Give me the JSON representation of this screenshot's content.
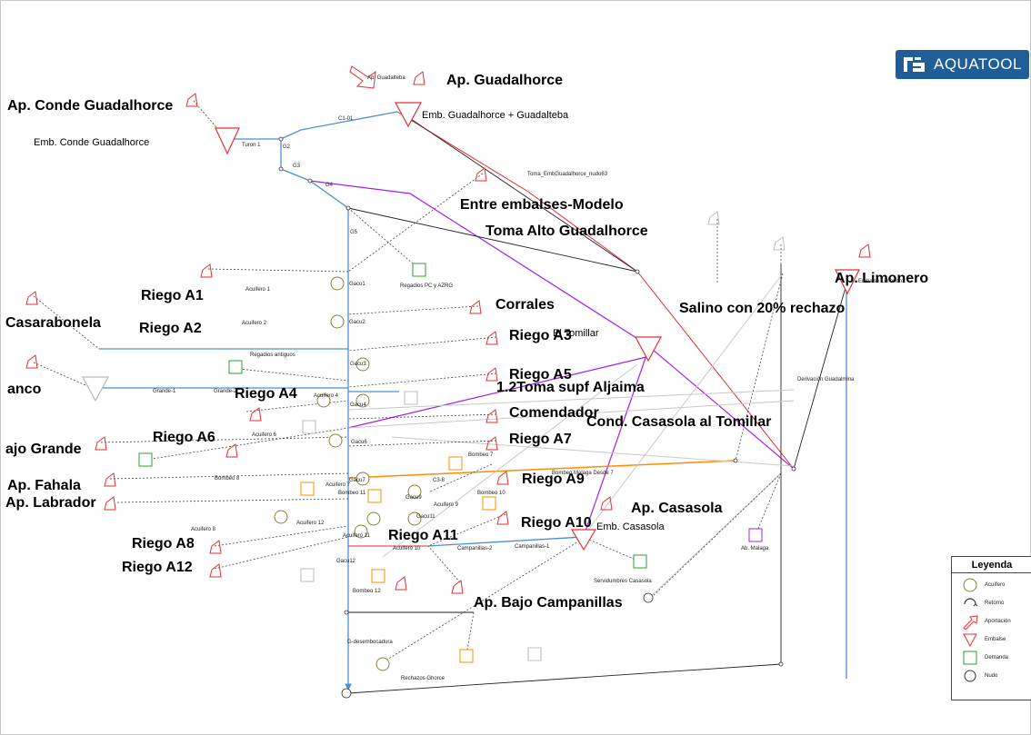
{
  "logo": {
    "text": "AQUATOOL"
  },
  "legend": {
    "title": "Leyenda",
    "items": [
      {
        "label": "Acuífero",
        "symbol": "aquifer"
      },
      {
        "label": "Retorno",
        "symbol": "return"
      },
      {
        "label": "Aportación",
        "symbol": "inflow"
      },
      {
        "label": "Embalse",
        "symbol": "reservoir"
      },
      {
        "label": "Demanda",
        "symbol": "demand"
      },
      {
        "label": "Nudo",
        "symbol": "node"
      }
    ]
  },
  "colors": {
    "channel": "#4a90d9",
    "connection": "#a020f0",
    "inflow": "#e03030",
    "pumping": "#ff8c00",
    "black": "#222222",
    "return": "#bbbbbb",
    "demand": "#2ca02c",
    "aquifer": "#8b7d3a",
    "logo": "#1f5e96"
  },
  "labels_big": [
    "Ap. Conde Guadalhorce",
    "Ap. Guadalhorce",
    "Entre embalses-Modelo",
    "Toma Alto Guadalhorce",
    "Ap. Limonero",
    "Riego A1",
    "Corrales",
    "Salino con 20% rechazo",
    "Casarabonela",
    "Riego A2",
    "Riego A3",
    "Riego A5",
    "1.2Toma supf Aljaima",
    "anco",
    "Riego A4",
    "Comendador",
    "Cond. Casasola al Tomillar",
    "ajo Grande",
    "Riego A6",
    "Riego A7",
    "Ap. Fahala",
    "Riego A9",
    "Ap. Labrador",
    "Ap. Casasola",
    "Riego A10",
    "Riego A11",
    "Riego A8",
    "Riego A12",
    "Ap. Bajo Campanillas"
  ],
  "labels_medium": [
    "Emb. Guadalhorce + Guadalteba",
    "Emb. Conde Guadalhorce",
    "El Tomillar",
    "Emb. Casasola"
  ],
  "labels_small": [
    "Ap. Guadalteba",
    "Toma_EmbGuadalhorce_nudo63",
    "Turon 1",
    "C1-01",
    "G2",
    "G3",
    "G4",
    "G5",
    "Acuifero 1",
    "Regadios PC y AZRG",
    "Gacu1",
    "Acuifero 2",
    "Gacu2",
    "Regadios antiguos",
    "Gacu3",
    "Grande-1",
    "Grande-2",
    "Acuifero 4",
    "Gacu4",
    "Acuifero 6",
    "Gacu6",
    "Bombeo 8",
    "Bombeo 7",
    "Bombeo Malaga Desde 7",
    "Acuifero 7",
    "Bombeo 11",
    "Gacu7",
    "C3-8",
    "Gacu9",
    "Bombeo 10",
    "Acuifero 9",
    "Acuifero 12",
    "Acuifero 8",
    "Acuifero 11",
    "Gacu11",
    "Gacu12",
    "Acuifero 10",
    "Campanillas-2",
    "Campanillas-1",
    "Servidumbres Casasola",
    "Bombeo 12",
    "G-desembocadura",
    "Rechazos Ghorce",
    "Derivación Guadalmina",
    "Ab. Malaga",
    "Embalse Limonero"
  ],
  "node_ids": {
    "reservoirs": [
      "21",
      "61",
      "24",
      "46",
      "37",
      "39"
    ],
    "inflows": [
      "22",
      "31",
      "27",
      "20",
      "6",
      "5",
      "13",
      "30",
      "4",
      "9",
      "7",
      "3",
      "11",
      "2",
      "10",
      "16",
      "28",
      "12",
      "8",
      "23",
      "38"
    ],
    "demands": [
      "12",
      "15",
      "13",
      "6",
      "0",
      "5",
      "4",
      "17",
      "16",
      "14",
      "8"
    ],
    "nodes": [
      "1",
      "2",
      "3",
      "4",
      "5",
      "6",
      "7",
      "8",
      "9",
      "10",
      "11",
      "12",
      "13",
      "14",
      "15",
      "20",
      "22",
      "23",
      "25",
      "26",
      "27",
      "40",
      "41",
      "42",
      "43",
      "44",
      "45",
      "47",
      "48",
      "49",
      "50",
      "51",
      "52",
      "54",
      "0"
    ],
    "aquifers": [
      "1",
      "2",
      "3",
      "4",
      "5",
      "6",
      "7",
      "9",
      "10",
      "11",
      "12",
      "14"
    ]
  }
}
